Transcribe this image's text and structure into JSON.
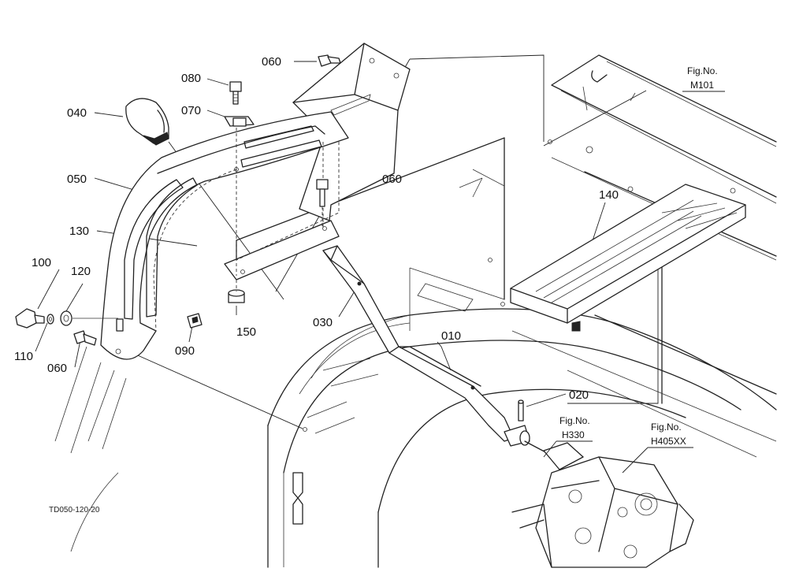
{
  "diagram": {
    "doc_id": "TD050-120-20",
    "parts": {
      "p010": "010",
      "p020": "020",
      "p030": "030",
      "p040": "040",
      "p050": "050",
      "p060a": "060",
      "p060b": "060",
      "p060c": "060",
      "p070": "070",
      "p080": "080",
      "p090": "090",
      "p100": "100",
      "p110": "110",
      "p120": "120",
      "p130": "130",
      "p140": "140",
      "p150": "150"
    },
    "figure_refs": {
      "m101": {
        "line1": "Fig.No.",
        "line2": "M101"
      },
      "h330": {
        "line1": "Fig.No.",
        "line2": "H330"
      },
      "h405": {
        "line1": "Fig.No.",
        "line2": "H405XX"
      }
    }
  }
}
